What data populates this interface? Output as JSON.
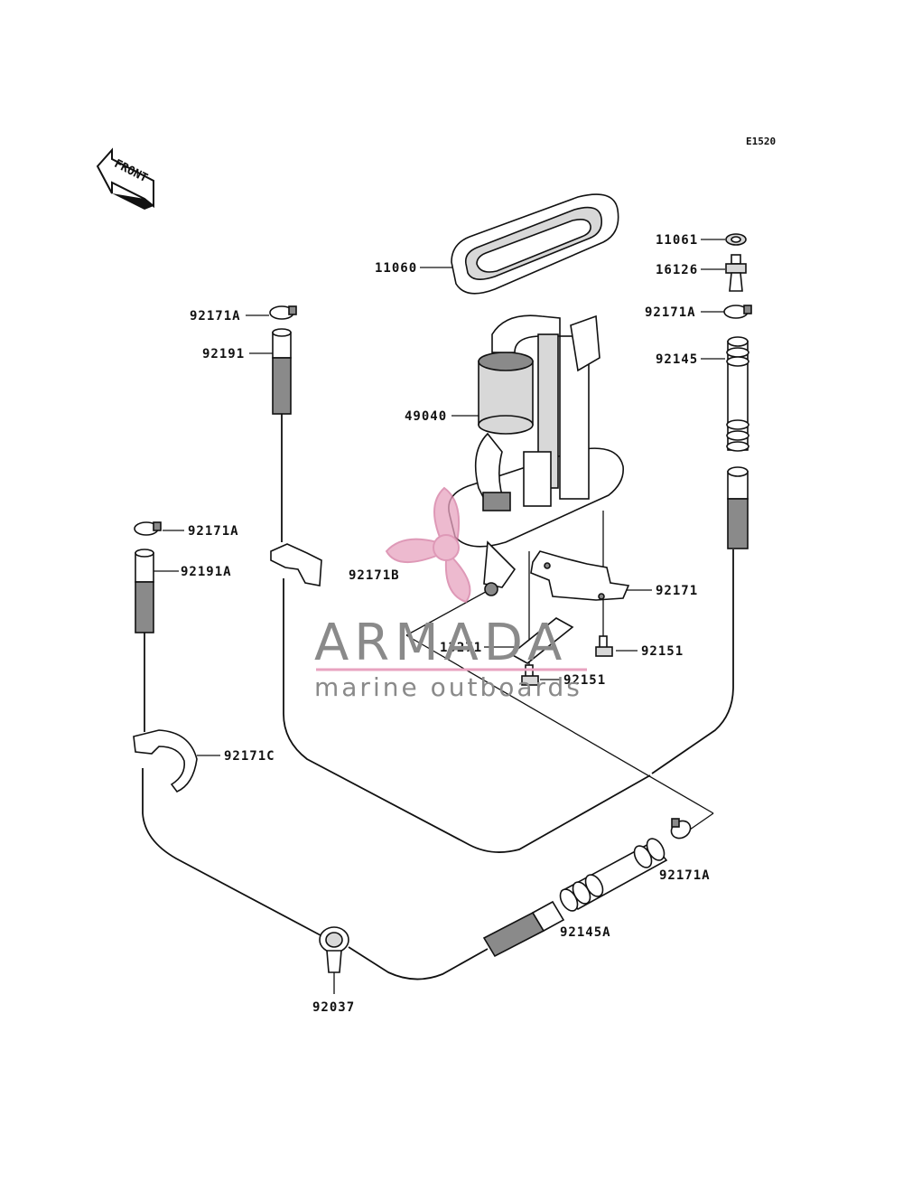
{
  "diagram": {
    "code": "E1520",
    "front_label": "FRONT",
    "parts": [
      {
        "id": "11060",
        "label": "11060"
      },
      {
        "id": "11061",
        "label": "11061"
      },
      {
        "id": "16126",
        "label": "16126"
      },
      {
        "id": "92171A_top_right",
        "label": "92171A"
      },
      {
        "id": "92145",
        "label": "92145"
      },
      {
        "id": "92171A_top_left",
        "label": "92171A"
      },
      {
        "id": "92191",
        "label": "92191"
      },
      {
        "id": "49040",
        "label": "49040"
      },
      {
        "id": "92171A_mid_left",
        "label": "92171A"
      },
      {
        "id": "92191A",
        "label": "92191A"
      },
      {
        "id": "92171B",
        "label": "92171B"
      },
      {
        "id": "92171",
        "label": "92171"
      },
      {
        "id": "13271",
        "label": "13271"
      },
      {
        "id": "92151_right",
        "label": "92151"
      },
      {
        "id": "92151_center",
        "label": "92151"
      },
      {
        "id": "92171C",
        "label": "92171C"
      },
      {
        "id": "92171A_bottom",
        "label": "92171A"
      },
      {
        "id": "92145A",
        "label": "92145A"
      },
      {
        "id": "92037",
        "label": "92037"
      }
    ]
  },
  "watermark": {
    "brand": "ARMADA",
    "tagline": "marine outboards",
    "accent_color": "#e8a3c0",
    "line_color": "#e8a3c0"
  }
}
